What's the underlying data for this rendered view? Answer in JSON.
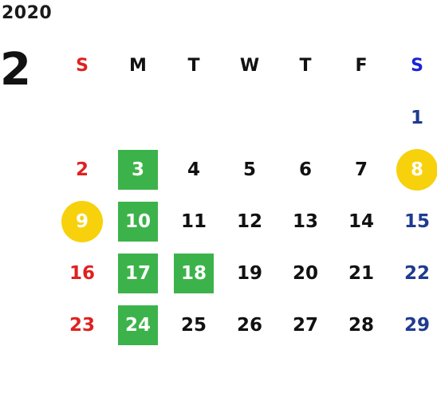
{
  "calendar": {
    "year": "2020",
    "month": "2",
    "weekday_headers": [
      "S",
      "M",
      "T",
      "W",
      "T",
      "F",
      "S"
    ],
    "weeks": [
      [
        {
          "label": "",
          "type": "sun"
        },
        {
          "label": "",
          "type": "normal"
        },
        {
          "label": "",
          "type": "normal"
        },
        {
          "label": "",
          "type": "normal"
        },
        {
          "label": "",
          "type": "normal"
        },
        {
          "label": "",
          "type": "normal"
        },
        {
          "label": "1",
          "type": "sat"
        }
      ],
      [
        {
          "label": "2",
          "type": "sun"
        },
        {
          "label": "3",
          "type": "green"
        },
        {
          "label": "4",
          "type": "normal"
        },
        {
          "label": "5",
          "type": "normal"
        },
        {
          "label": "6",
          "type": "normal"
        },
        {
          "label": "7",
          "type": "normal"
        },
        {
          "label": "8",
          "type": "yellow"
        }
      ],
      [
        {
          "label": "9",
          "type": "yellow"
        },
        {
          "label": "10",
          "type": "green"
        },
        {
          "label": "11",
          "type": "normal"
        },
        {
          "label": "12",
          "type": "normal"
        },
        {
          "label": "13",
          "type": "normal"
        },
        {
          "label": "14",
          "type": "normal"
        },
        {
          "label": "15",
          "type": "sat"
        }
      ],
      [
        {
          "label": "16",
          "type": "sun"
        },
        {
          "label": "17",
          "type": "green"
        },
        {
          "label": "18",
          "type": "green"
        },
        {
          "label": "19",
          "type": "normal"
        },
        {
          "label": "20",
          "type": "normal"
        },
        {
          "label": "21",
          "type": "normal"
        },
        {
          "label": "22",
          "type": "sat"
        }
      ],
      [
        {
          "label": "23",
          "type": "sun"
        },
        {
          "label": "24",
          "type": "green"
        },
        {
          "label": "25",
          "type": "normal"
        },
        {
          "label": "26",
          "type": "normal"
        },
        {
          "label": "27",
          "type": "normal"
        },
        {
          "label": "28",
          "type": "normal"
        },
        {
          "label": "29",
          "type": "sat"
        }
      ]
    ]
  },
  "colors": {
    "sunday_red": "#e02020",
    "saturday_header_blue": "#1a23d6",
    "saturday_blue": "#1f3b8f",
    "highlight_green": "#3cb34a",
    "highlight_yellow": "#f7d10c",
    "text_dark": "#111111"
  }
}
